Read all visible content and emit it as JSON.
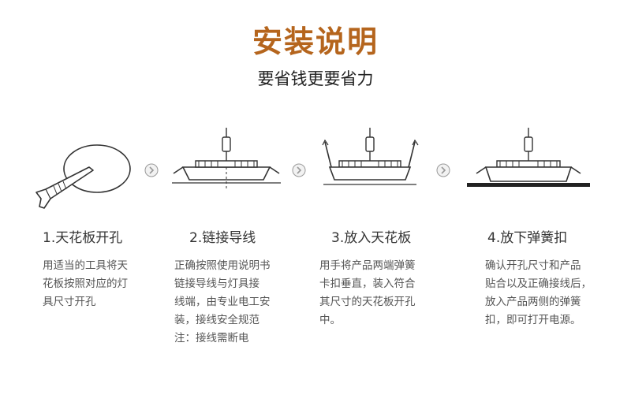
{
  "header": {
    "title": "安装说明",
    "subtitle": "要省钱更要省力"
  },
  "steps": [
    {
      "title": "1.天花板开孔",
      "desc": "用适当的工具将天\n花板按照对应的灯\n具尺寸开孔"
    },
    {
      "title": "2.链接导线",
      "desc": "正确按照使用说明书\n链接导线与灯具接\n线端，由专业电工安\n装，接线安全规范\n注：接线需断电"
    },
    {
      "title": "3.放入天花板",
      "desc": "用手将产品两端弹簧\n卡扣垂直，装入符合\n其尺寸的天花板开孔\n中。"
    },
    {
      "title": "4.放下弹簧扣",
      "desc": "确认开孔尺寸和产品\n贴合以及正确接线后，\n放入产品两侧的弹簧\n扣，即可打开电源。"
    }
  ],
  "icons": {
    "step1": "knife-cutting-hole-icon",
    "step2": "downlight-wiring-icon",
    "step3": "downlight-springs-up-icon",
    "step4": "downlight-installed-icon",
    "next": "chevron-right-circle-icon"
  },
  "colors": {
    "title": "#b5651d",
    "line": "#333333",
    "arrow": "#999999"
  }
}
